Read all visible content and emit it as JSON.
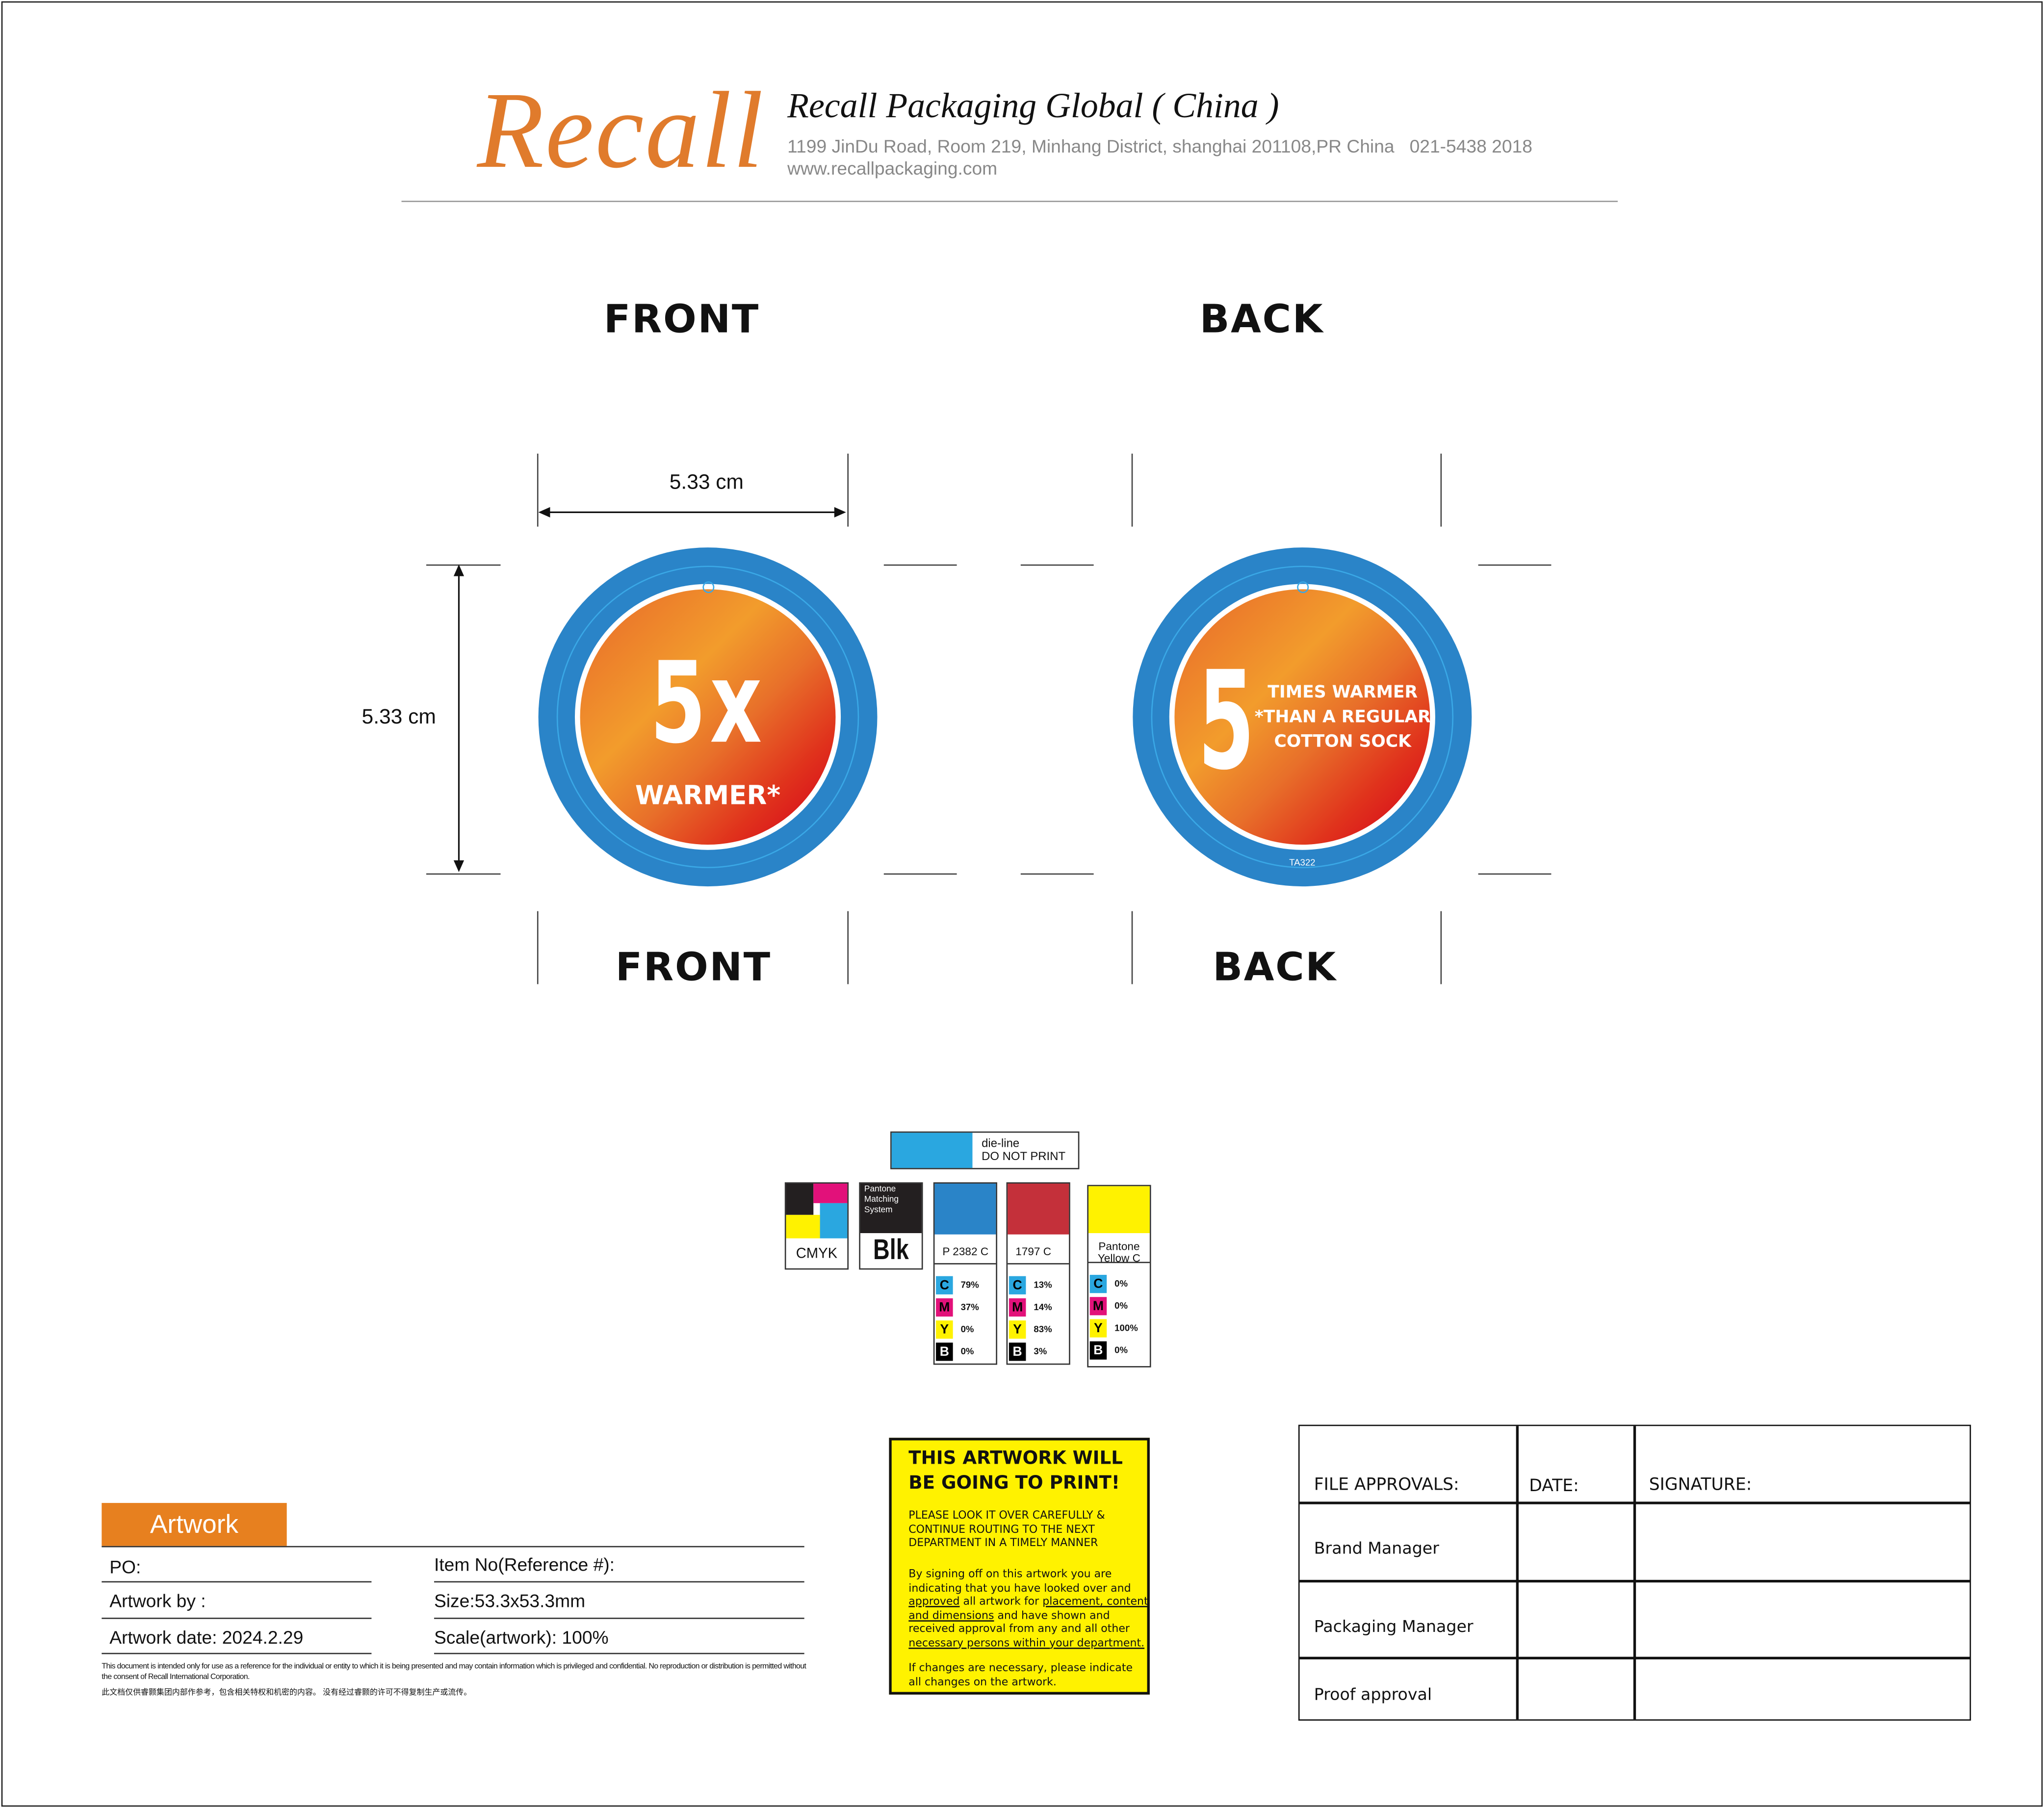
{
  "header": {
    "logo": "Recall",
    "company": "Recall Packaging Global ( China )",
    "address": "1199 JinDu Road, Room 219, Minhang District, shanghai 201108,PR China   021-5438 2018",
    "website": "www.recallpackaging.com"
  },
  "labels": {
    "front_top": "FRONT",
    "back_top": "BACK",
    "front_bottom": "FRONT",
    "back_bottom": "BACK"
  },
  "dimensions": {
    "width": "5.33 cm",
    "height": "5.33 cm"
  },
  "front_design": {
    "headline": "5x",
    "subline": "WARMER*"
  },
  "back_design": {
    "number": "5",
    "lines": [
      "TIMES WARMER",
      "*THAN A REGULAR",
      "COTTON SOCK"
    ],
    "code": "TA322"
  },
  "colors": {
    "blue": "#2a84c8",
    "orange": "#f29c2c",
    "red": "#d80f1c",
    "logo": "#e07b2c",
    "yellow": "#fff200"
  },
  "legend": {
    "dieline": [
      "die-line",
      "DO NOT PRINT"
    ],
    "cmyk_label": "CMYK",
    "pms_lines": [
      "Pantone",
      "Matching",
      "System"
    ],
    "pms_label": "Blk",
    "swatches": [
      {
        "name": "P 2382 C",
        "color": "#2a84c8",
        "values": {
          "C": "79%",
          "M": "37%",
          "Y": "0%",
          "B": "0%"
        }
      },
      {
        "name": "1797 C",
        "color": "#c4303a",
        "values": {
          "C": "13%",
          "M": "14%",
          "Y": "83%",
          "B": "3%"
        }
      },
      {
        "name": "Pantone Yellow C",
        "color": "#fff200",
        "values": {
          "C": "0%",
          "M": "0%",
          "Y": "100%",
          "B": "0%"
        }
      }
    ],
    "keys": [
      "C",
      "M",
      "Y",
      "B"
    ]
  },
  "artwork": {
    "title": "Artwork",
    "po": "PO:",
    "item_no": "Item No(Reference #):",
    "artwork_by": "Artwork by :",
    "size": "Size:53.3x53.3mm",
    "date": "Artwork date: 2024.2.29",
    "scale": "Scale(artwork): 100%",
    "disclaimer_en": "This document is intended only for use as a reference for the individual or entity to which it is being presented and may contain information which is privileged and confidential. No reproduction or distribution is permitted without the consent of Recall International Corporation.",
    "disclaimer_cn": "此文档仅供睿颢集团内部作参考，包含相关特权和机密的内容。 没有经过睿颢的许可不得复制生产或流传。"
  },
  "notice": {
    "heading": [
      "THIS ARTWORK WILL",
      "BE GOING TO PRINT!"
    ],
    "para1": [
      "PLEASE LOOK IT OVER CAREFULLY &",
      "CONTINUE ROUTING TO THE NEXT",
      "DEPARTMENT IN A TIMELY MANNER"
    ],
    "para2_l1": "By signing off on this artwork you are",
    "para2_l2": "indicating that you have looked over and",
    "para2_approved": "approved",
    "para2_mid": " all artwork for ",
    "para2_placement": "placement, content",
    "para2_dims": "and dimensions",
    "para2_l4rest": " and have shown and",
    "para2_l5": "received approval from any and all other",
    "para2_l6": "necessary persons within your department.",
    "para3": [
      "If changes are necessary, please indicate",
      "all changes on the artwork."
    ]
  },
  "approvals": {
    "headers": [
      "FILE APPROVALS:",
      "DATE:",
      "SIGNATURE:"
    ],
    "rows": [
      "Brand Manager",
      "Packaging Manager",
      "Proof approval"
    ]
  }
}
